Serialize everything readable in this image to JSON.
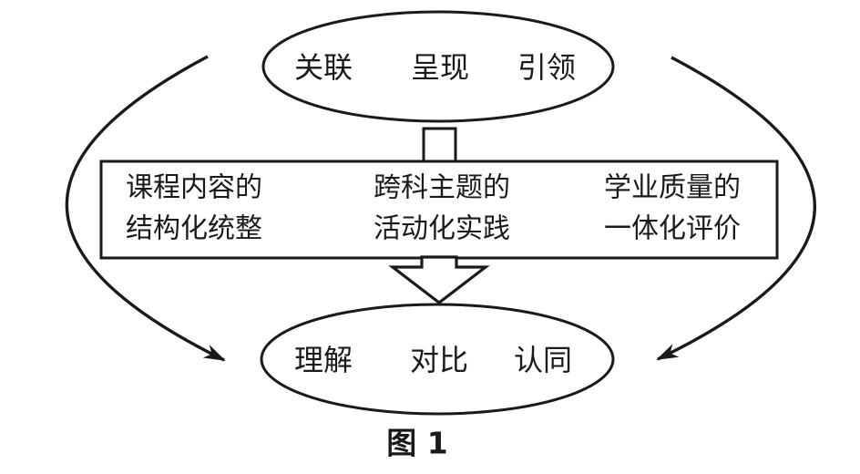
{
  "figure": {
    "caption": "图 1"
  },
  "top_ellipse": {
    "items": [
      "关联",
      "呈现",
      "引领"
    ]
  },
  "middle_box": {
    "columns": [
      {
        "line1": "课程内容的",
        "line2": "结构化统整"
      },
      {
        "line1": "跨科主题的",
        "line2": "活动化实践"
      },
      {
        "line1": "学业质量的",
        "line2": "一体化评价"
      }
    ]
  },
  "bottom_ellipse": {
    "items": [
      "理解",
      "对比",
      "认同"
    ]
  },
  "colors": {
    "stroke": "#1a1a1a",
    "background": "#ffffff"
  }
}
